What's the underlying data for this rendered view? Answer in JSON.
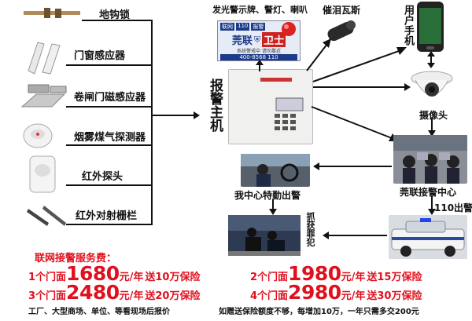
{
  "devices": [
    {
      "label": "地钩锁",
      "icon": "floor-lock-icon"
    },
    {
      "label": "门窗感应器",
      "icon": "door-sensor-icon"
    },
    {
      "label": "卷闸门磁感应器",
      "icon": "shutter-sensor-icon"
    },
    {
      "label": "烟雾煤气探测器",
      "icon": "smoke-detector-icon"
    },
    {
      "label": "红外探头",
      "icon": "pir-sensor-icon"
    },
    {
      "label": "红外对射栅栏",
      "icon": "infrared-beam-icon"
    }
  ],
  "host": {
    "label": "报警主机"
  },
  "sign": {
    "caption": "发光警示牌、警灯、喇叭",
    "tags": [
      "联网",
      "110",
      "报警"
    ],
    "brand": "莞联",
    "badge": "卫士",
    "line2": "系统警戒中 请勿靠近",
    "phone": "400-8568 110"
  },
  "gas": {
    "label": "催泪瓦斯"
  },
  "phone": {
    "label": "用户手机"
  },
  "camera": {
    "label": "摄像头"
  },
  "center": {
    "label": "莞联接警中心"
  },
  "dispatch": {
    "label": "110出警"
  },
  "special": {
    "label": "我中心特勤出警"
  },
  "arrest": {
    "label": "抓获罪犯"
  },
  "pricing": {
    "title": "联网接警服务费：",
    "items": [
      {
        "prefix": "1个门面",
        "price": "1680",
        "unit": "元/年",
        "insurance": "送10万保险"
      },
      {
        "prefix": "2个门面",
        "price": "1980",
        "unit": "元/年",
        "insurance": "送15万保险"
      },
      {
        "prefix": "3个门面",
        "price": "2480",
        "unit": "元/年",
        "insurance": "送20万保险"
      },
      {
        "prefix": "4个门面",
        "price": "2980",
        "unit": "元/年",
        "insurance": "送30万保险"
      }
    ],
    "footer_left": "工厂、大型商场、单位、等看现场后报价",
    "footer_right": "如赠送保险额度不够，每增加10万，一年只需多交200元"
  },
  "colors": {
    "accent": "#e0101e",
    "arrow": "#111111"
  }
}
